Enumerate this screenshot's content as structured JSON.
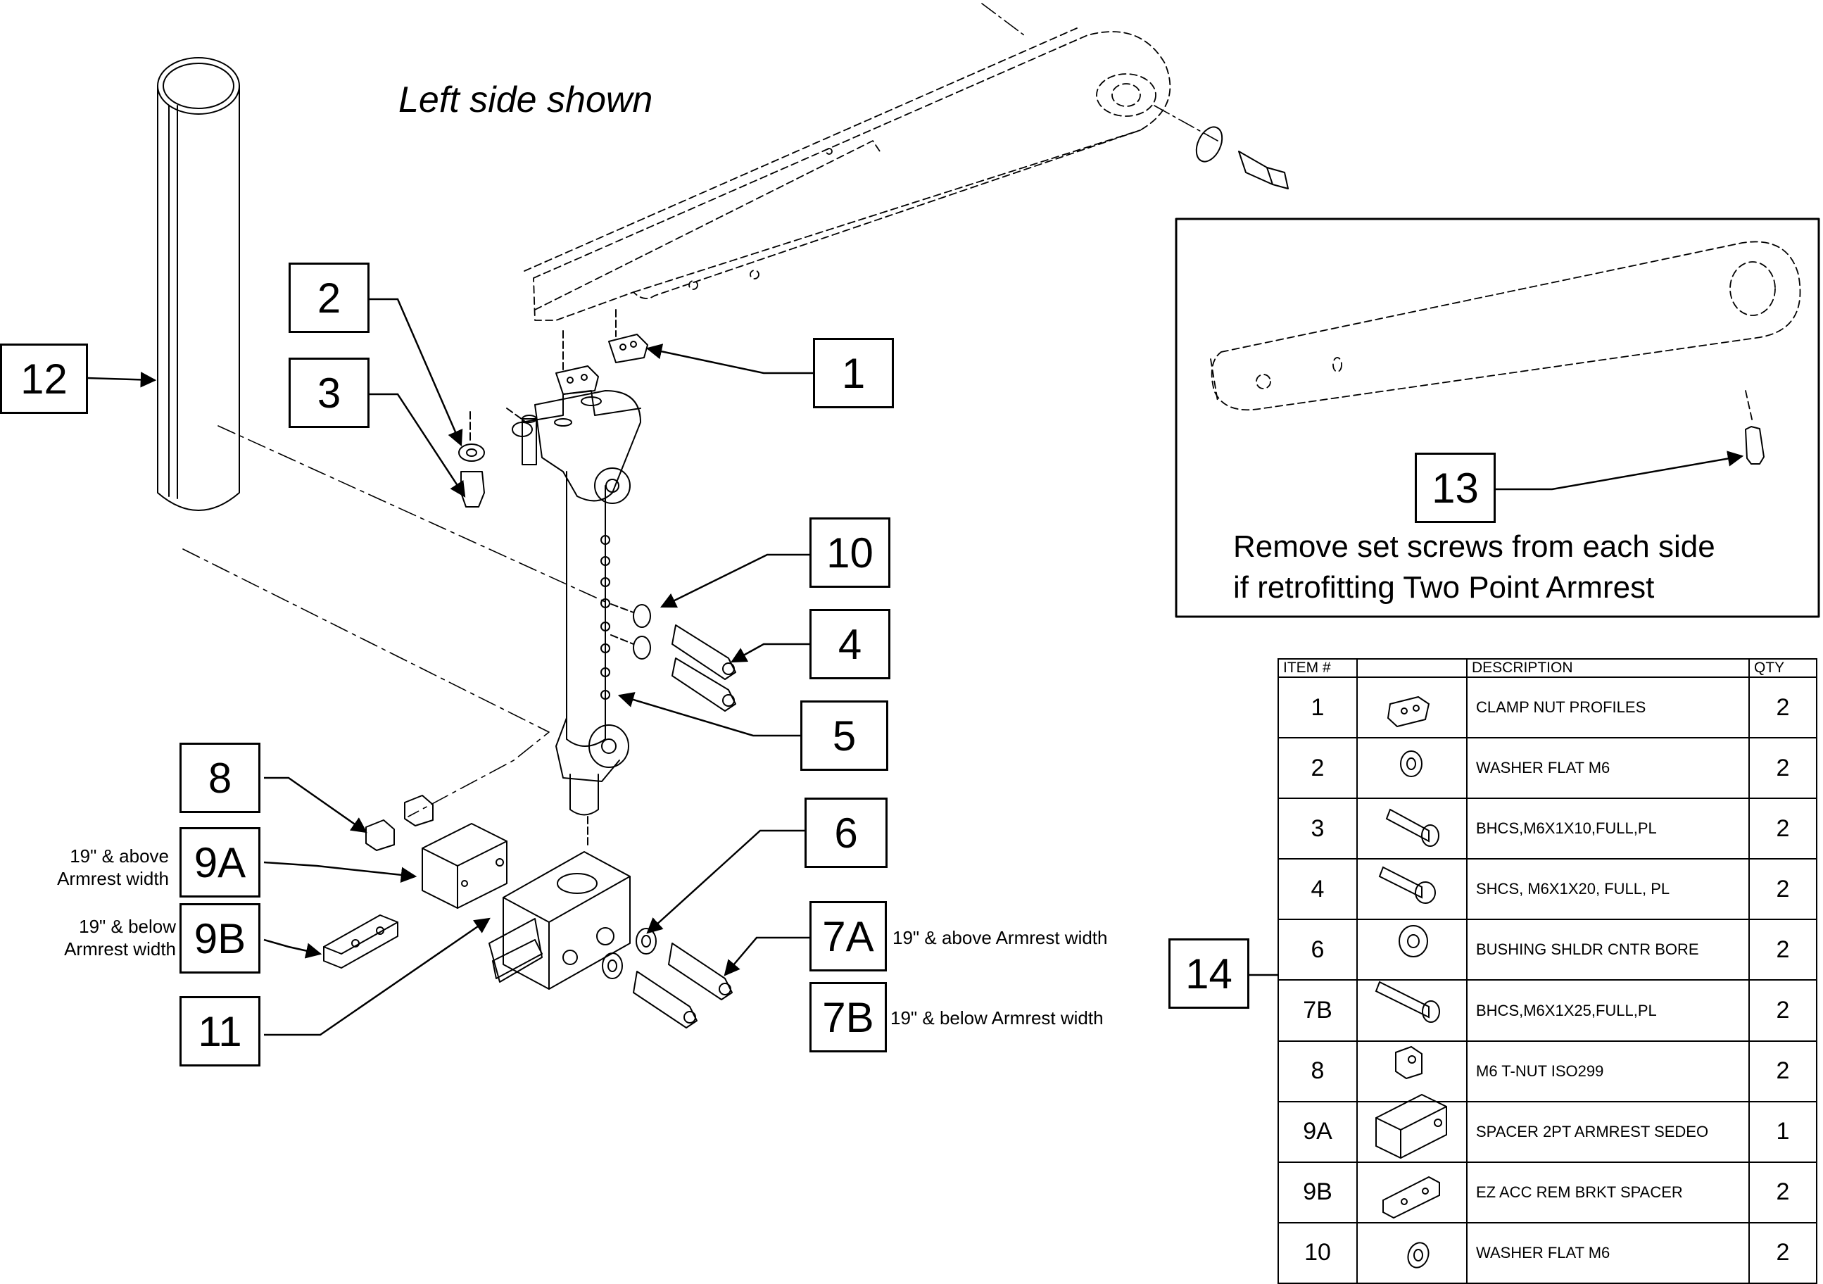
{
  "title": "Left side shown",
  "callouts": {
    "c1": "1",
    "c2": "2",
    "c3": "3",
    "c4": "4",
    "c5": "5",
    "c6": "6",
    "c7a": "7A",
    "c7b": "7B",
    "c8": "8",
    "c9a": "9A",
    "c9b": "9B",
    "c10": "10",
    "c11": "11",
    "c12": "12",
    "c13": "13",
    "c14": "14"
  },
  "notes": {
    "n9a_1": "19\" & above",
    "n9a_2": "Armrest width",
    "n9b_1": "19\" & below",
    "n9b_2": "Armrest width",
    "n7a": "19\" & above Armrest width",
    "n7b": "19\" & below Armrest width"
  },
  "retrofit": {
    "line1": "Remove set screws from each side",
    "line2": "if retrofitting Two Point Armrest"
  },
  "bom": {
    "headers": [
      "ITEM #",
      "",
      "DESCRIPTION",
      "QTY"
    ],
    "rows": [
      {
        "item": "1",
        "icon": "clamp-nut-icon",
        "desc": "CLAMP NUT PROFILES",
        "qty": "2"
      },
      {
        "item": "2",
        "icon": "washer-icon",
        "desc": "WASHER FLAT M6",
        "qty": "2"
      },
      {
        "item": "3",
        "icon": "button-head-screw-icon",
        "desc": "BHCS,M6X1X10,FULL,PL",
        "qty": "2"
      },
      {
        "item": "4",
        "icon": "socket-head-screw-icon",
        "desc": "SHCS, M6X1X20, FULL, PL",
        "qty": "2"
      },
      {
        "item": "6",
        "icon": "bushing-icon",
        "desc": "BUSHING SHLDR CNTR BORE",
        "qty": "2"
      },
      {
        "item": "7B",
        "icon": "button-head-screw-long-icon",
        "desc": "BHCS,M6X1X25,FULL,PL",
        "qty": "2"
      },
      {
        "item": "8",
        "icon": "t-nut-icon",
        "desc": "M6 T-NUT ISO299",
        "qty": "2"
      },
      {
        "item": "9A",
        "icon": "spacer-block-icon",
        "desc": "SPACER 2PT ARMREST SEDEO",
        "qty": "1"
      },
      {
        "item": "9B",
        "icon": "bracket-spacer-icon",
        "desc": "EZ ACC REM BRKT SPACER",
        "qty": "2"
      },
      {
        "item": "10",
        "icon": "washer-icon",
        "desc": "WASHER FLAT M6",
        "qty": "2"
      }
    ]
  }
}
